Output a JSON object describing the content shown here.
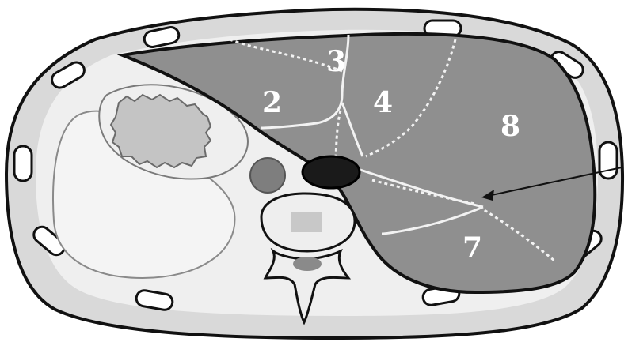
{
  "segments": {
    "s2": "2",
    "s3": "3",
    "s4": "4",
    "s7": "7",
    "s8": "8"
  },
  "colors": {
    "background": "#ffffff",
    "body_wall": "#d9d9d9",
    "outline": "#111111",
    "liver": "#8f8f8f",
    "inner_cavity": "#efefef",
    "stomach": "#c4c4c4",
    "vessel_aorta": "#7e7e7e",
    "vessel_ivc": "#1a1a1a",
    "vertebra": "#eeeeee",
    "fissure": "#f2f2f2"
  }
}
